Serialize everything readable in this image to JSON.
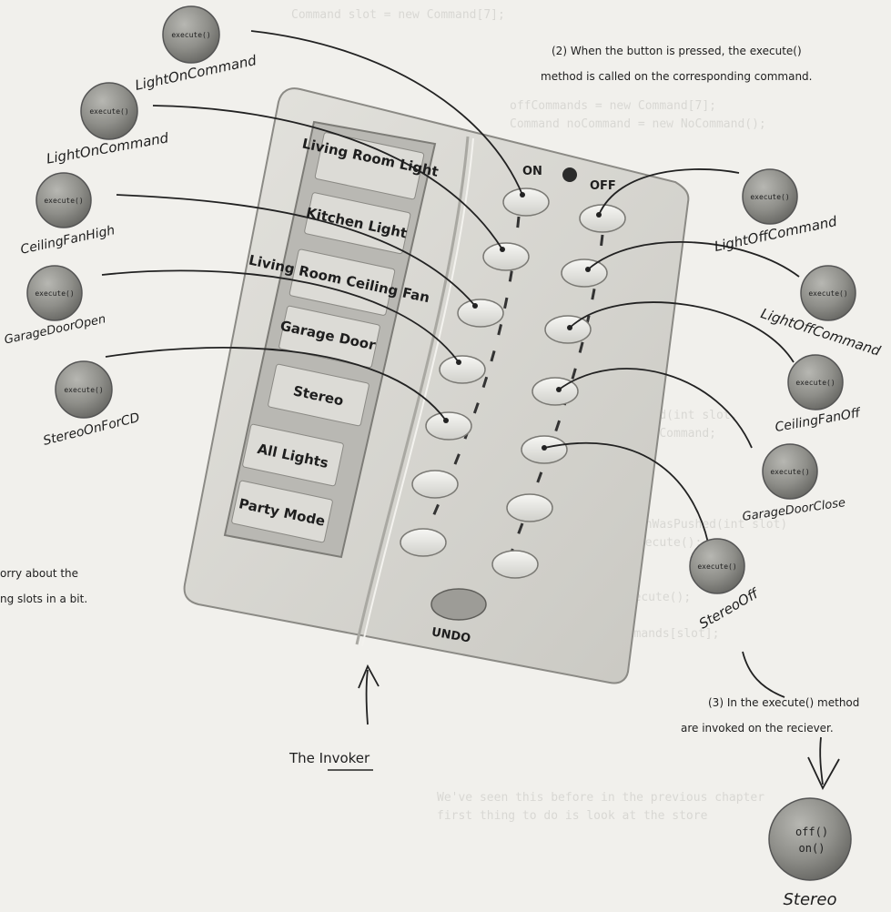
{
  "notes": {
    "top_right_line1": "(2) When the button is pressed, the execute()",
    "top_right_line2": "method is called on the corresponding command.",
    "left_line1": "orry about the",
    "left_line2": "ng slots in a bit.",
    "bottom_right_line1": "(3) In the execute() method",
    "bottom_right_line2": "are invoked on the reciever.",
    "invoker": "The Invoker"
  },
  "remote": {
    "on_label": "ON",
    "off_label": "OFF",
    "undo_label": "UNDO",
    "slots": [
      "Living Room Light",
      "Kitchen Light",
      "Living Room Ceiling Fan",
      "Garage Door",
      "Stereo",
      "All Lights",
      "Party Mode"
    ]
  },
  "command_method": "execute()",
  "commands_left": [
    "LightOnCommand",
    "LightOnCommand",
    "CeilingFanHigh",
    "GarageDoorOpen",
    "StereoOnForCD"
  ],
  "commands_right": [
    "LightOffCommand",
    "LightOffCommand",
    "CeilingFanOff",
    "GarageDoorClose",
    "StereoOff"
  ],
  "receiver": {
    "name": "Stereo",
    "methods": [
      "off()",
      "on()"
    ]
  }
}
